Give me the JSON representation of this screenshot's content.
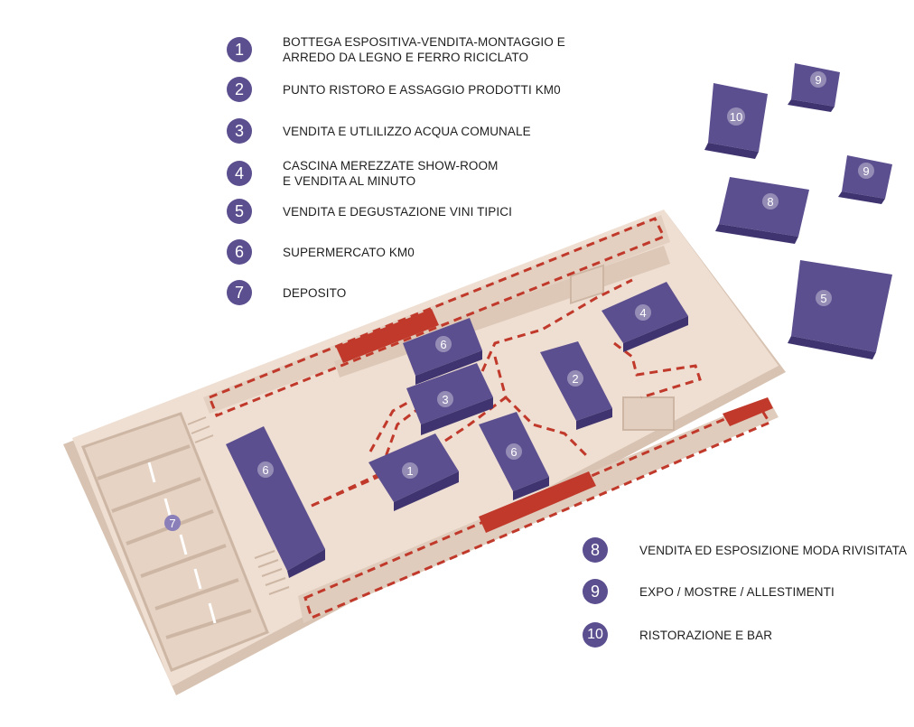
{
  "legend_left": [
    {
      "num": "1",
      "lines": [
        "BOTTEGA ESPOSITIVA-VENDITA-MONTAGGIO E",
        "ARREDO DA LEGNO E FERRO RICICLATO"
      ]
    },
    {
      "num": "2",
      "lines": [
        "PUNTO RISTORO E ASSAGGIO PRODOTTI KM0"
      ]
    },
    {
      "num": "3",
      "lines": [
        "VENDITA E UTLILIZZO ACQUA COMUNALE"
      ]
    },
    {
      "num": "4",
      "lines": [
        "CASCINA MEREZZATE SHOW-ROOM",
        "E VENDITA AL MINUTO"
      ]
    },
    {
      "num": "5",
      "lines": [
        "VENDITA E DEGUSTAZIONE VINI TIPICI"
      ]
    },
    {
      "num": "6",
      "lines": [
        "SUPERMERCATO KM0"
      ]
    },
    {
      "num": "7",
      "lines": [
        "DEPOSITO"
      ]
    }
  ],
  "legend_right": [
    {
      "num": "8",
      "lines": [
        "VENDITA ED ESPOSIZIONE MODA RIVISITATA"
      ]
    },
    {
      "num": "9",
      "lines": [
        "EXPO / MOSTRE / ALLESTIMENTI"
      ]
    },
    {
      "num": "10",
      "lines": [
        "RISTORAZIONE E BAR"
      ]
    }
  ],
  "plan_markers": {
    "m1": "1",
    "m2": "2",
    "m3": "3",
    "m4": "4",
    "m5": "5",
    "m6a": "6",
    "m6b": "6",
    "m6c": "6",
    "m7": "7",
    "m8": "8",
    "m9a": "9",
    "m9b": "9",
    "m10": "10"
  },
  "colors": {
    "module": "#5c4f8f",
    "module_dark": "#3f3470",
    "floor": "#efdfd2",
    "wall": "#e2cebf",
    "path": "#c0392b"
  }
}
